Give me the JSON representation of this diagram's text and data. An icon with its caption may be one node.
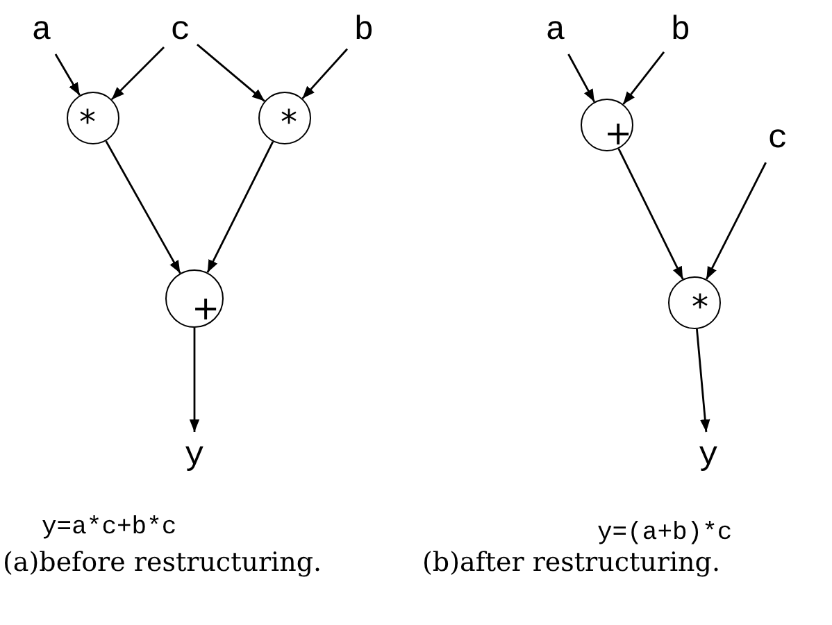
{
  "diagram": {
    "nodes": [
      {
        "text": [
          "a"
        ]
      },
      {
        "text": [
          "c"
        ]
      },
      {
        "text": [
          "b"
        ]
      },
      {
        "text": [
          "*"
        ]
      },
      {
        "text": [
          "*"
        ]
      },
      {
        "text": [
          "+"
        ]
      },
      {
        "text": [
          "y"
        ]
      },
      {
        "text": [
          "a"
        ]
      },
      {
        "text": [
          "b"
        ]
      },
      {
        "text": [
          "+"
        ]
      },
      {
        "text": [
          "c"
        ]
      },
      {
        "text": [
          "*"
        ]
      },
      {
        "text": [
          "y"
        ]
      }
    ],
    "edges": [
      {
        "from": 0,
        "to": 3,
        "arrow": "to"
      },
      {
        "from": 1,
        "to": 3,
        "arrow": "to"
      },
      {
        "from": 1,
        "to": 4,
        "arrow": "to"
      },
      {
        "from": 2,
        "to": 4,
        "arrow": "to"
      },
      {
        "from": 3,
        "to": 5,
        "arrow": "to"
      },
      {
        "from": 4,
        "to": 5,
        "arrow": "to"
      },
      {
        "from": 5,
        "to": 6,
        "arrow": "to"
      },
      {
        "from": 7,
        "to": 9,
        "arrow": "to"
      },
      {
        "from": 8,
        "to": 9,
        "arrow": "to"
      },
      {
        "from": 9,
        "to": 11,
        "arrow": "to"
      },
      {
        "from": 10,
        "to": 11,
        "arrow": "to"
      },
      {
        "from": 11,
        "to": 12,
        "arrow": "to"
      }
    ],
    "labels": [
      "y=a*c+b*c",
      "y=(a+b)*c",
      "(a)before restructuring.",
      "(b)after restructuring."
    ]
  }
}
